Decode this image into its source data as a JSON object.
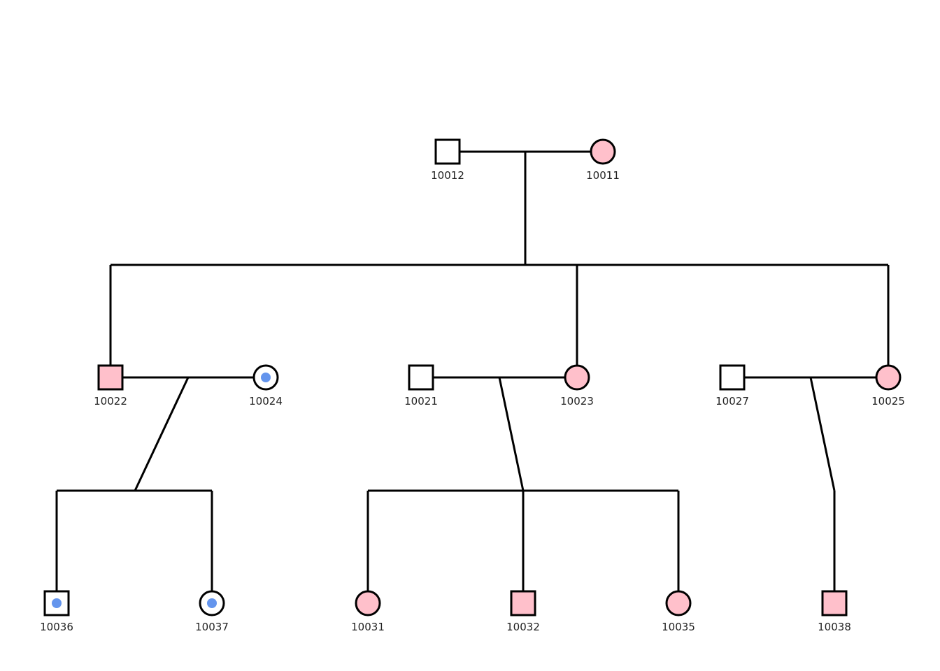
{
  "colors": {
    "affected": "#ffc0cb",
    "unaffected": "#ffffff",
    "carrier_dot": "#6495ed",
    "line": "#000000"
  },
  "individuals": [
    {
      "id": "10012",
      "sex": "male",
      "status": "unaffected"
    },
    {
      "id": "10011",
      "sex": "female",
      "status": "affected"
    },
    {
      "id": "10022",
      "sex": "male",
      "status": "affected"
    },
    {
      "id": "10024",
      "sex": "female",
      "status": "carrier"
    },
    {
      "id": "10021",
      "sex": "male",
      "status": "unaffected"
    },
    {
      "id": "10023",
      "sex": "female",
      "status": "affected"
    },
    {
      "id": "10027",
      "sex": "male",
      "status": "unaffected"
    },
    {
      "id": "10025",
      "sex": "female",
      "status": "affected"
    },
    {
      "id": "10036",
      "sex": "male",
      "status": "carrier"
    },
    {
      "id": "10037",
      "sex": "female",
      "status": "carrier"
    },
    {
      "id": "10031",
      "sex": "female",
      "status": "affected"
    },
    {
      "id": "10032",
      "sex": "male",
      "status": "affected"
    },
    {
      "id": "10035",
      "sex": "female",
      "status": "affected"
    },
    {
      "id": "10038",
      "sex": "male",
      "status": "affected"
    }
  ],
  "unions": [
    {
      "partners": [
        "10012",
        "10011"
      ],
      "children": [
        "10022",
        "10023",
        "10025"
      ]
    },
    {
      "partners": [
        "10022",
        "10024"
      ],
      "children": [
        "10036",
        "10037"
      ]
    },
    {
      "partners": [
        "10021",
        "10023"
      ],
      "children": [
        "10031",
        "10032",
        "10035"
      ]
    },
    {
      "partners": [
        "10027",
        "10025"
      ],
      "children": [
        "10038"
      ]
    }
  ]
}
